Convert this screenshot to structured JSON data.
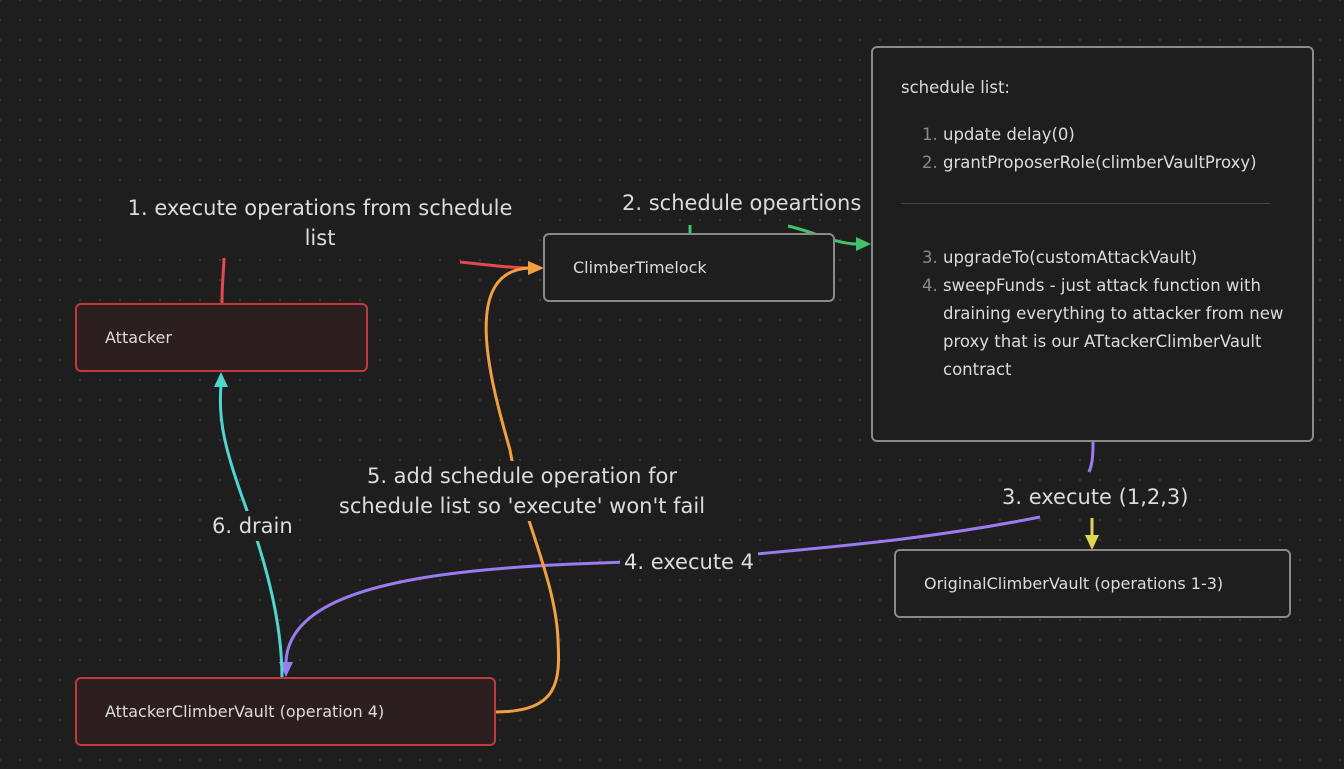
{
  "colors": {
    "red": "#e5484d",
    "green": "#3fc46a",
    "yellow": "#e0d655",
    "purple": "#9a7cf0",
    "orange": "#f0a040",
    "cyan": "#4fd6cf"
  },
  "nodes": {
    "attacker": "Attacker",
    "timelock": "ClimberTimelock",
    "original_vault": "OriginalClimberVault (operations 1-3)",
    "attacker_vault": "AttackerClimberVault (operation 4)"
  },
  "note": {
    "title": "schedule list:",
    "items_a": [
      {
        "num": "1.",
        "text": "update delay(0)"
      },
      {
        "num": "2.",
        "text": "grantProposerRole(climberVaultProxy)"
      }
    ],
    "items_b": [
      {
        "num": "3.",
        "text": "upgradeTo(customAttackVault)"
      },
      {
        "num": "4.",
        "text": "sweepFunds - just attack function with draining everything to attacker from new proxy that is our ATtackerClimberVault contract"
      }
    ]
  },
  "edges": {
    "e1": {
      "line1": "1. execute operations from schedule",
      "line2": "list"
    },
    "e2": "2. schedule opeartions",
    "e3": "3. execute (1,2,3)",
    "e4": "4. execute 4",
    "e5": {
      "line1": "5. add schedule operation for",
      "line2": "schedule list so 'execute' won't fail"
    },
    "e6": "6. drain"
  }
}
